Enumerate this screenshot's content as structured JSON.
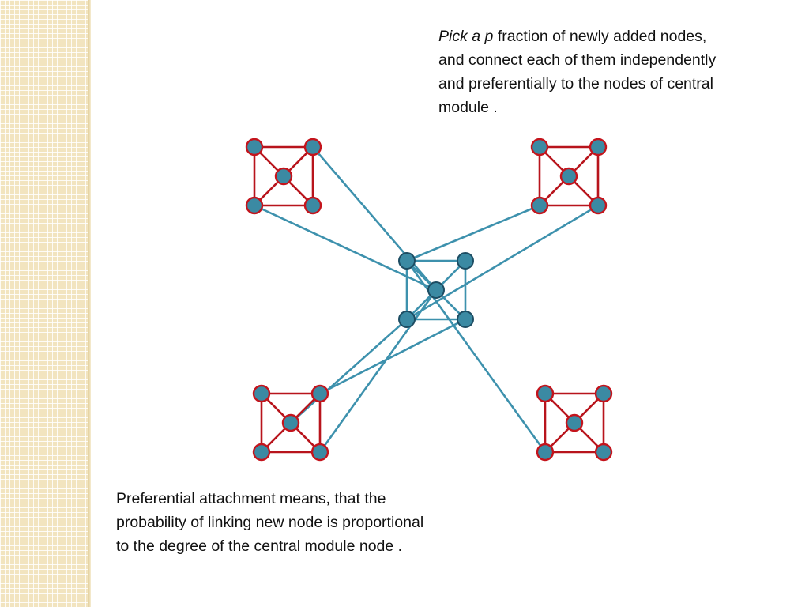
{
  "text": {
    "top": {
      "line1_pre": "Pick a ",
      "line1_italic": "p",
      "line1_post": " fraction of newly added nodes,",
      "line2": "and connect each of them independently",
      "line3": "and preferentially to the nodes of central",
      "line4": "module ."
    },
    "bottom": {
      "line1": "Preferential attachment means,  that the",
      "line2": "probability of linking new node is proportional",
      "line3": "to the degree of the central module node ."
    }
  },
  "colors": {
    "module_edge": "#b8141c",
    "link_edge": "#3d91ad",
    "node_fill": "#3b8aa3",
    "node_outline_central": "#1d4d63",
    "node_outline_peripheral": "#c4141c",
    "side_strip": "#f2e4bf"
  },
  "diagram": {
    "modules": [
      {
        "id": "top-left",
        "type": "peripheral"
      },
      {
        "id": "top-right",
        "type": "peripheral"
      },
      {
        "id": "center",
        "type": "central"
      },
      {
        "id": "bottom-left",
        "type": "peripheral"
      },
      {
        "id": "bottom-right",
        "type": "peripheral"
      }
    ],
    "links": [
      {
        "from": "top-left.top-right",
        "to": "center.center"
      },
      {
        "from": "top-left.bottom-left",
        "to": "center.center"
      },
      {
        "from": "top-right.bottom-left",
        "to": "center.top-left"
      },
      {
        "from": "top-right.bottom-right",
        "to": "center.bottom-left"
      },
      {
        "from": "bottom-left.top-right",
        "to": "center.bottom-right"
      },
      {
        "from": "bottom-left.center",
        "to": "center.bottom-left"
      },
      {
        "from": "bottom-left.bottom-right",
        "to": "center.center"
      },
      {
        "from": "bottom-right.bottom-left",
        "to": "center.top-left"
      }
    ]
  }
}
